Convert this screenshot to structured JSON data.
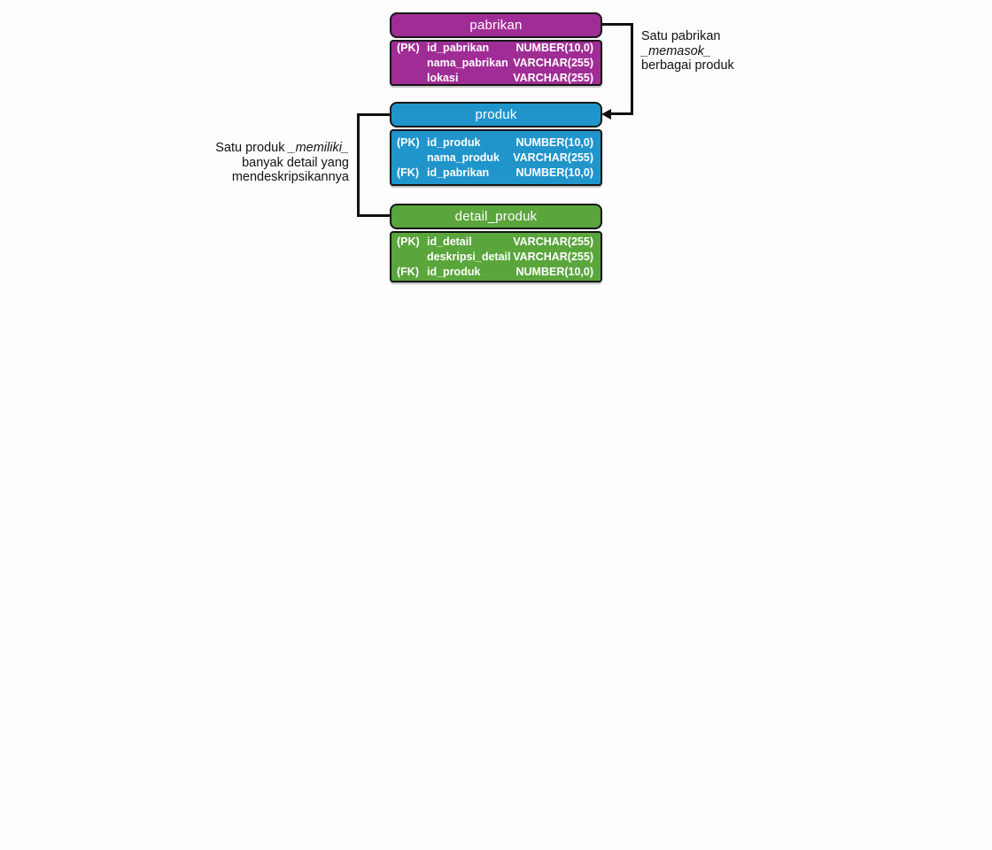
{
  "canvas": {
    "background": "#fdfdfd"
  },
  "colors": {
    "pabrikan": "#a02d96",
    "produk": "#2095cb",
    "detail_produk": "#5aa53c",
    "outline": "#161616",
    "connector": "#111111",
    "note_text": "#121212"
  },
  "tables": [
    {
      "name": "pabrikan",
      "color": "#a02d96",
      "columns": [
        {
          "key": "(PK)",
          "name": "id_pabrikan",
          "type": "NUMBER(10,0)"
        },
        {
          "key": "",
          "name": "nama_pabrikan",
          "type": "VARCHAR(255)"
        },
        {
          "key": "",
          "name": "lokasi",
          "type": "VARCHAR(255)"
        }
      ]
    },
    {
      "name": "produk",
      "color": "#2095cb",
      "columns": [
        {
          "key": "(PK)",
          "name": "id_produk",
          "type": "NUMBER(10,0)"
        },
        {
          "key": "",
          "name": "nama_produk",
          "type": "VARCHAR(255)"
        },
        {
          "key": "(FK)",
          "name": "id_pabrikan",
          "type": "NUMBER(10,0)"
        }
      ]
    },
    {
      "name": "detail_produk",
      "color": "#5aa53c",
      "columns": [
        {
          "key": "(PK)",
          "name": "id_detail",
          "type": "VARCHAR(255)"
        },
        {
          "key": "",
          "name": "deskripsi_detail",
          "type": "VARCHAR(255)"
        },
        {
          "key": "(FK)",
          "name": "id_produk",
          "type": "NUMBER(10,0)"
        }
      ]
    }
  ],
  "relationships": [
    {
      "from": "pabrikan",
      "to": "produk",
      "label_lines": [
        {
          "segments": [
            {
              "text": "Satu pabrikan",
              "italic": false
            }
          ]
        },
        {
          "segments": [
            {
              "text": "_memasok_",
              "italic": true
            }
          ]
        },
        {
          "segments": [
            {
              "text": "berbagai produk",
              "italic": false
            }
          ]
        }
      ]
    },
    {
      "from": "produk",
      "to": "detail_produk",
      "label_lines": [
        {
          "segments": [
            {
              "text": "Satu produk ",
              "italic": false
            },
            {
              "text": "_memiliki_",
              "italic": true
            }
          ]
        },
        {
          "segments": [
            {
              "text": "banyak detail yang",
              "italic": false
            }
          ]
        },
        {
          "segments": [
            {
              "text": "mendeskripsikannya",
              "italic": false
            }
          ]
        }
      ]
    }
  ]
}
